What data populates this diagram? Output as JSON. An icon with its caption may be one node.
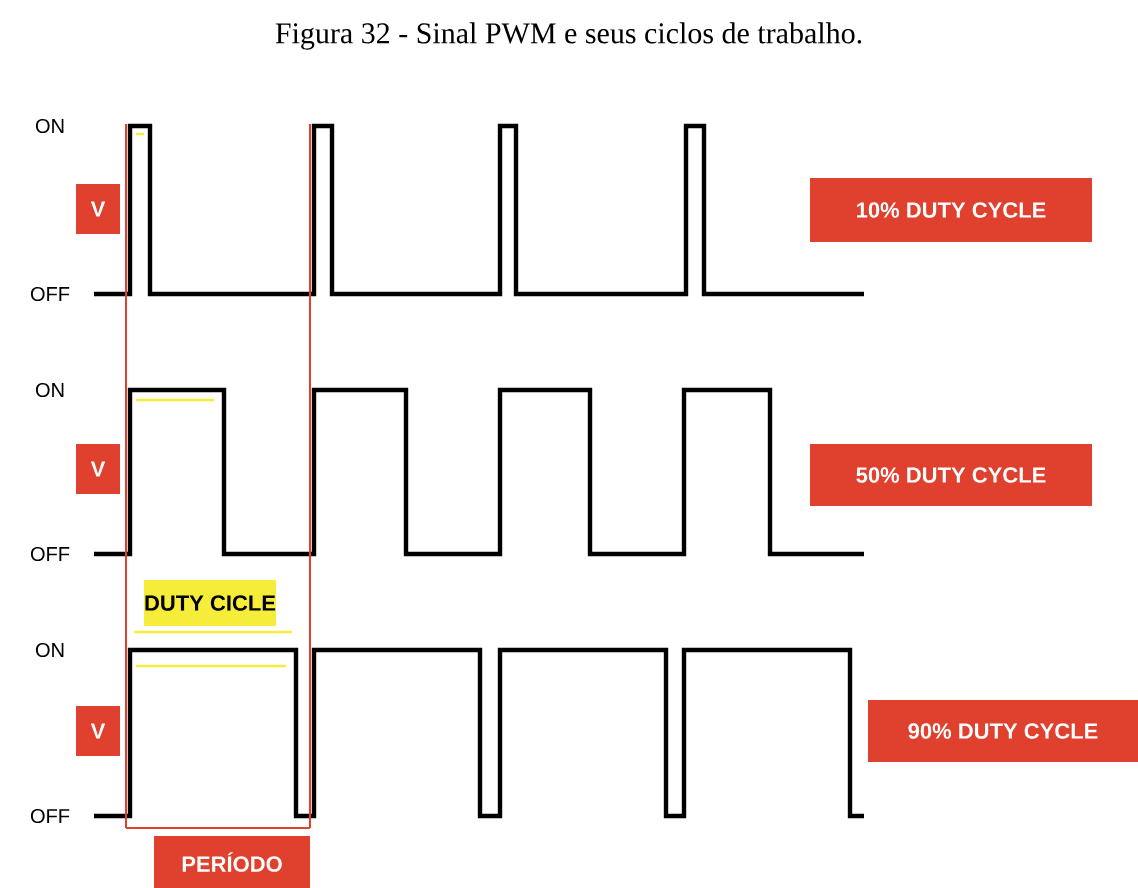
{
  "diagram": {
    "title": "Figura 32 - Sinal PWM e seus ciclos de trabalho.",
    "nodes": [
      {
        "text": [
          "V"
        ]
      },
      {
        "text": [
          "10% DUTY CYCLE"
        ]
      },
      {
        "text": [
          "V"
        ]
      },
      {
        "text": [
          "50% DUTY CYCLE"
        ]
      },
      {
        "text": [
          "DUTY CICLE"
        ]
      },
      {
        "text": [
          "V"
        ]
      },
      {
        "text": [
          "90% DUTY CYCLE"
        ]
      },
      {
        "text": [
          "PERÍODO"
        ]
      }
    ],
    "labels": [
      "ON",
      "OFF",
      "ON",
      "OFF",
      "ON",
      "OFF"
    ]
  }
}
